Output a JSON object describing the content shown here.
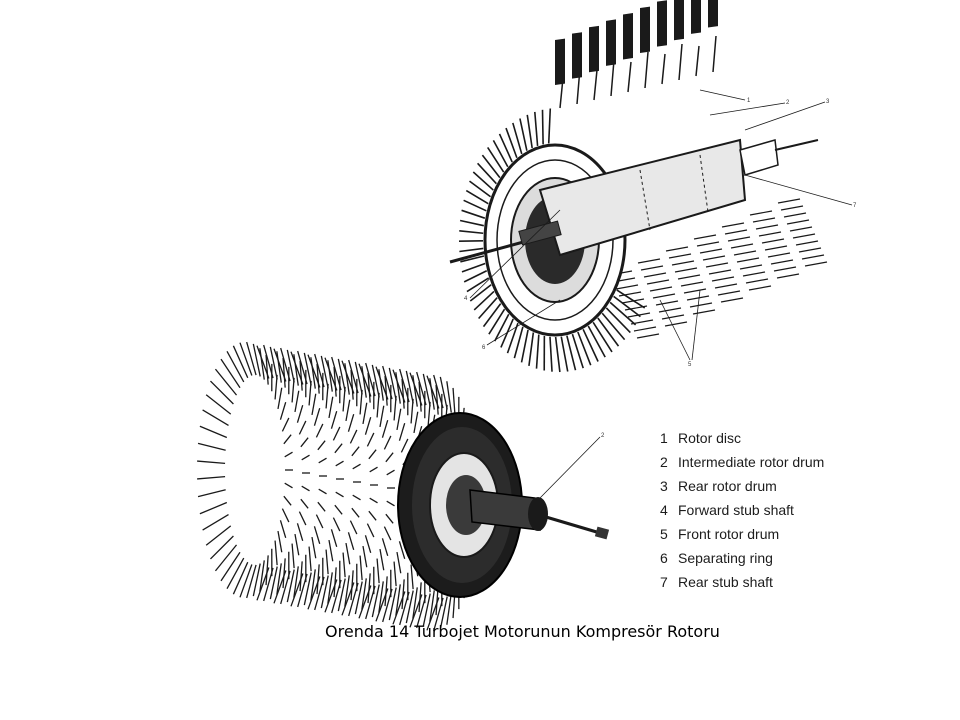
{
  "legend": [
    {
      "num": "1",
      "label": "Rotor disc"
    },
    {
      "num": "2",
      "label": "Intermediate rotor drum"
    },
    {
      "num": "3",
      "label": "Rear rotor drum"
    },
    {
      "num": "4",
      "label": "Forward stub shaft"
    },
    {
      "num": "5",
      "label": "Front rotor drum"
    },
    {
      "num": "6",
      "label": "Separating ring"
    },
    {
      "num": "7",
      "label": "Rear stub shaft"
    }
  ],
  "caption": "Orenda 14 Turbojet Motorunun Kompresör Rotoru",
  "colors": {
    "ink": "#1a1a1a",
    "paper": "#ffffff",
    "drum": "#e8e8e8"
  }
}
